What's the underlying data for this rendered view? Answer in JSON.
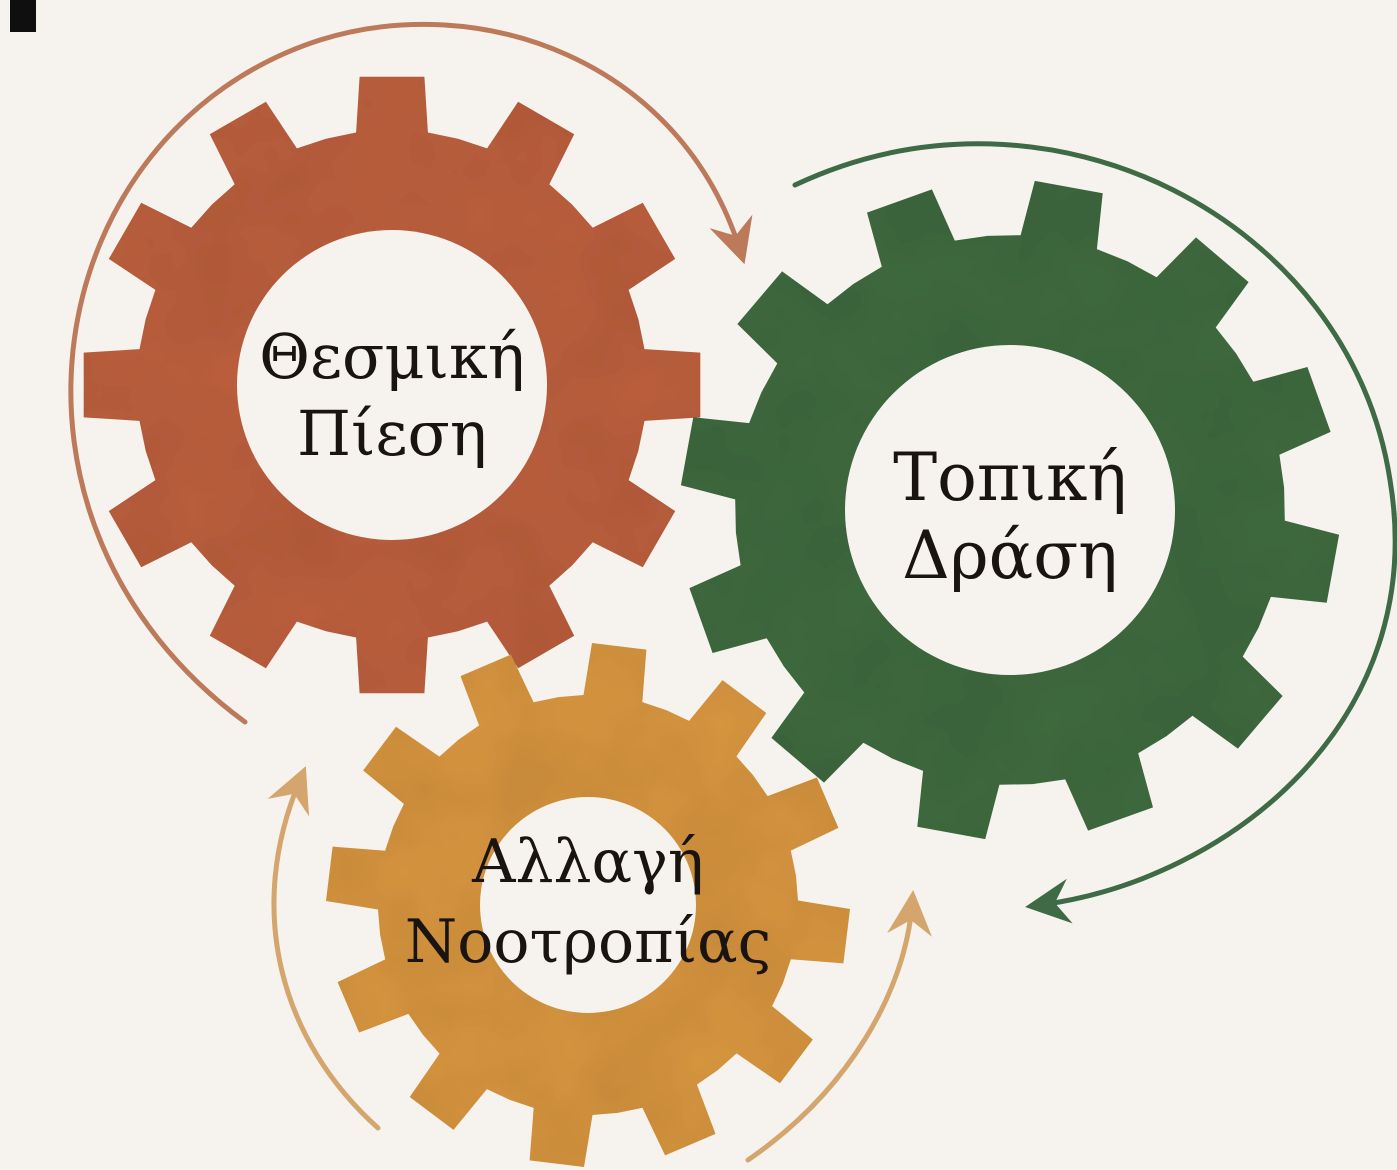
{
  "diagram": {
    "colors": {
      "background": "#f6f3ee",
      "gear_institutional": "#bc5f3d",
      "gear_local": "#3f6a3f",
      "gear_mindset": "#d7953f",
      "arrow_institutional": "#bd7a5b",
      "arrow_local": "#3e6b45",
      "arrow_mindset": "#d4a56d"
    },
    "gears": [
      {
        "id": "institutional-pressure",
        "line1": "Θεσμική",
        "line2": "Πίεση"
      },
      {
        "id": "local-action",
        "line1": "Τοπική",
        "line2": "Δράση"
      },
      {
        "id": "mindset-change",
        "line1": "Αλλαγή",
        "line2": "Νοοτροπίας"
      }
    ]
  }
}
